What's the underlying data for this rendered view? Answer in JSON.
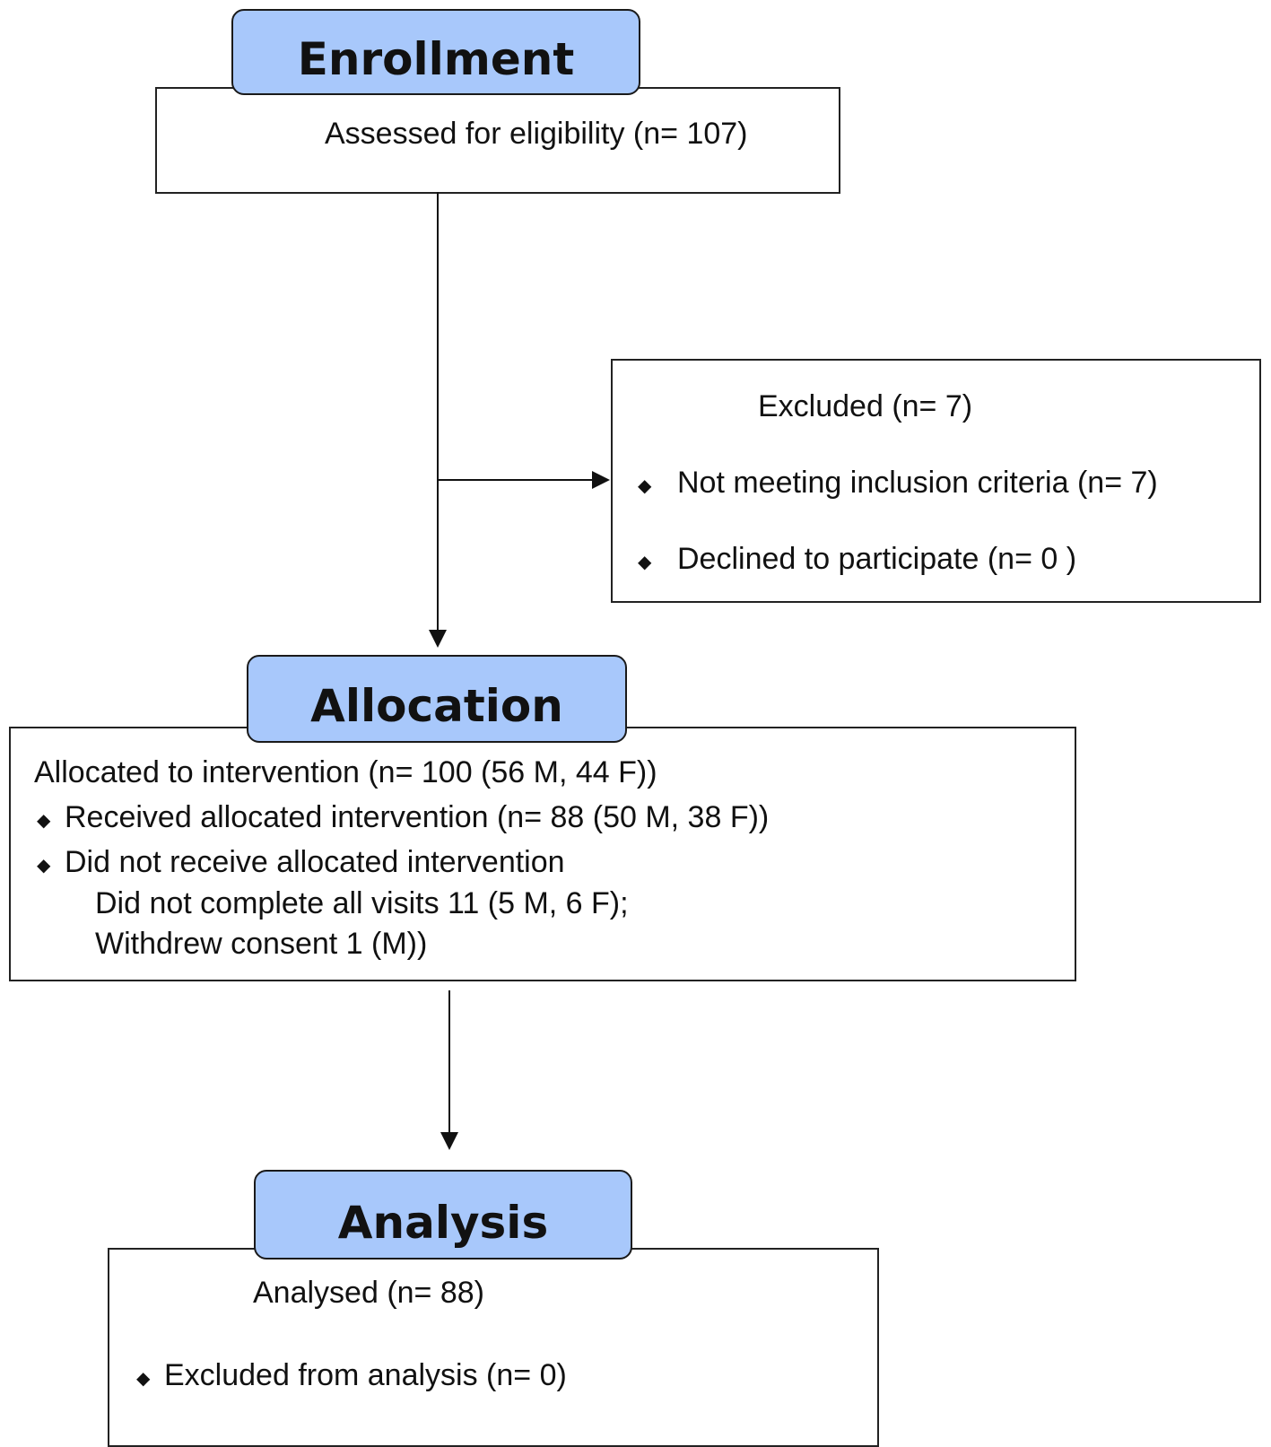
{
  "enrollment": {
    "title": "Enrollment",
    "assessed": "Assessed for eligibility (n= 107)"
  },
  "excluded": {
    "title": "Excluded (n= 7)",
    "items": [
      "Not meeting inclusion criteria (n= 7)",
      "Declined to participate (n= 0 )"
    ]
  },
  "allocation": {
    "title": "Allocation",
    "allocated": "Allocated to intervention (n= 100 (56 M, 44 F))",
    "received": "Received allocated intervention (n= 88 (50 M, 38 F))",
    "not_received": "Did not receive allocated intervention",
    "not_completed": "Did not complete all visits 11 (5 M, 6 F);",
    "withdrew": "Withdrew consent 1 (M))"
  },
  "analysis": {
    "title": "Analysis",
    "analysed": "Analysed  (n= 88)",
    "excluded": "Excluded from analysis (n= 0)"
  },
  "colors": {
    "header_fill": "#a8c8fb",
    "border": "#222222"
  },
  "bullet_symbol": "◆"
}
